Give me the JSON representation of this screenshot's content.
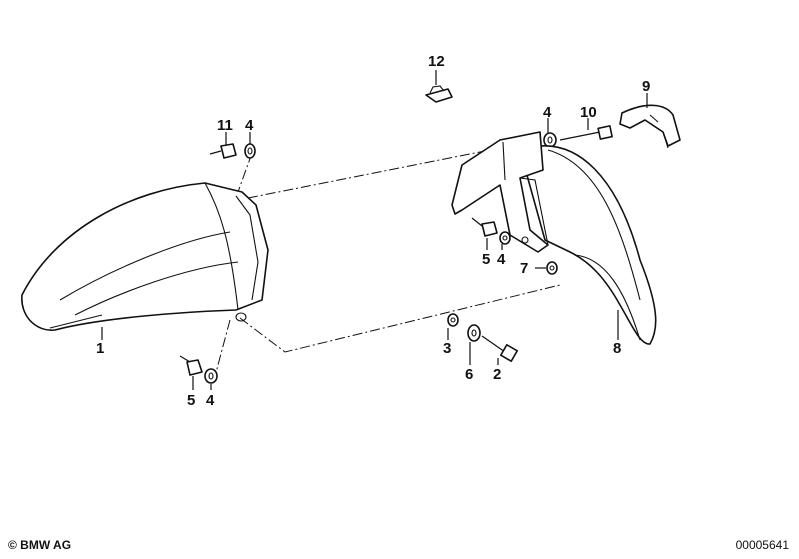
{
  "callouts": {
    "c1": "1",
    "c2": "2",
    "c3": "3",
    "c4a": "4",
    "c4b": "4",
    "c4c": "4",
    "c4d": "4",
    "c5a": "5",
    "c5b": "5",
    "c6": "6",
    "c7": "7",
    "c8": "8",
    "c9": "9",
    "c10": "10",
    "c11": "11",
    "c12": "12"
  },
  "footer": {
    "copyright": "© BMW AG",
    "diagram_code": "00005641"
  }
}
